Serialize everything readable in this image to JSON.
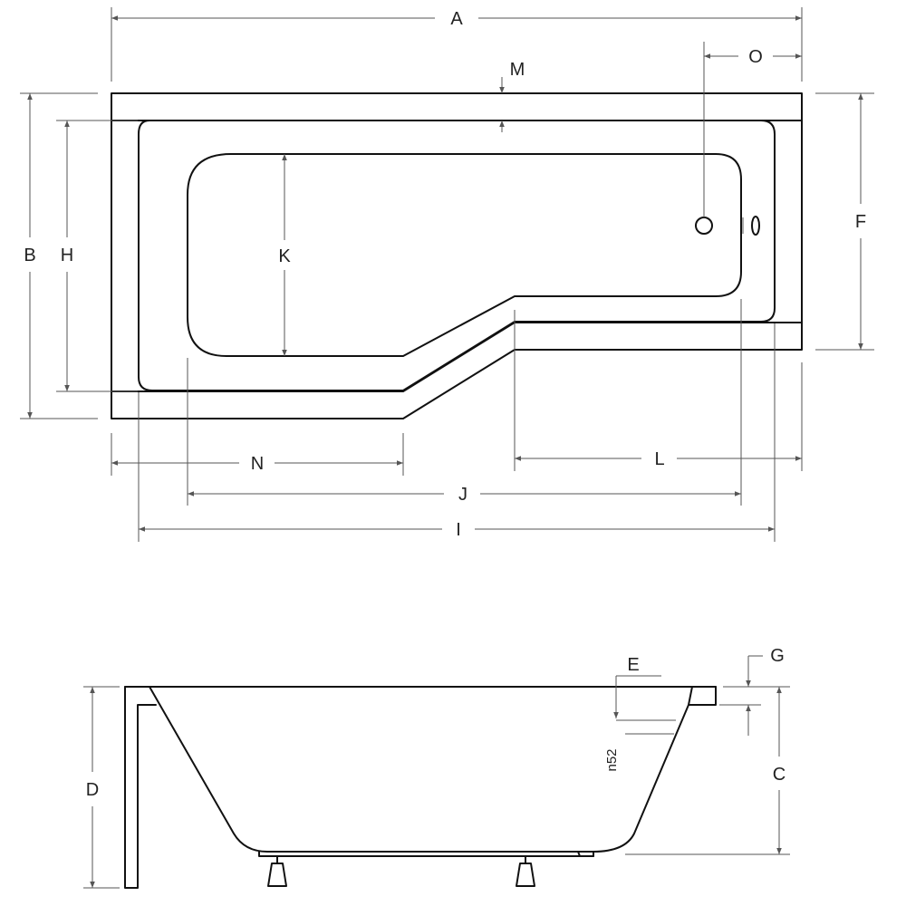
{
  "top_view": {
    "dimension_labels": {
      "A": "A",
      "B": "B",
      "F": "F",
      "H": "H",
      "I": "I",
      "J": "J",
      "K": "K",
      "L": "L",
      "M": "M",
      "N": "N",
      "O": "O"
    }
  },
  "side_view": {
    "dimension_labels": {
      "C": "C",
      "D": "D",
      "E": "E",
      "G": "G"
    },
    "overflow_label": "n52"
  },
  "colors": {
    "outline": "#111111",
    "dimension": "#555555",
    "background": "#ffffff"
  }
}
